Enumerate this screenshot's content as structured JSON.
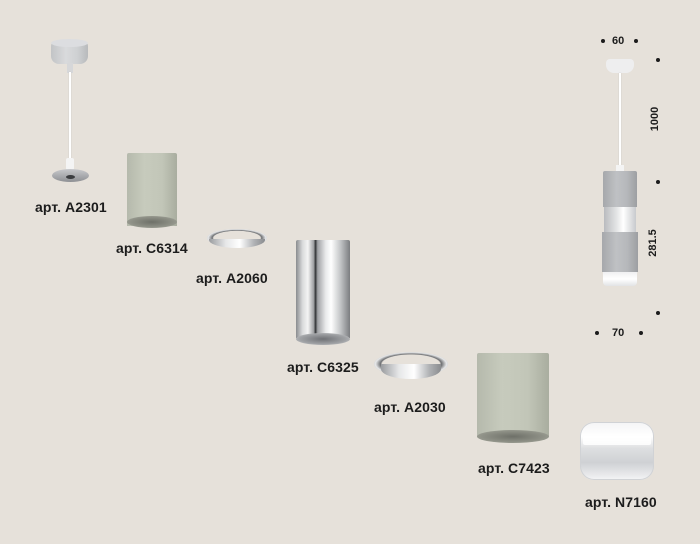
{
  "background_color": "#e6e1da",
  "components": [
    {
      "id": "A2301",
      "label": "арт. A2301",
      "type": "suspension-mount"
    },
    {
      "id": "C6314",
      "label": "арт. C6314",
      "type": "cylinder-housing-green"
    },
    {
      "id": "A2060",
      "label": "арт. A2060",
      "type": "chrome-ring"
    },
    {
      "id": "C6325",
      "label": "арт. C6325",
      "type": "cylinder-housing-chrome"
    },
    {
      "id": "A2030",
      "label": "арт. A2030",
      "type": "chrome-ring"
    },
    {
      "id": "C7423",
      "label": "арт. C7423",
      "type": "cylinder-housing-green"
    },
    {
      "id": "N7160",
      "label": "арт. N7160",
      "type": "diffuser-lens"
    }
  ],
  "dimensions": {
    "canopy_diameter": "60",
    "cable_length": "1000",
    "body_height": "281.5",
    "body_diameter": "70"
  },
  "colors": {
    "sage_green": "#c3c7b9",
    "chrome": "#d9dadb",
    "grey": "#b6b8bb",
    "text": "#1c1c1c"
  }
}
